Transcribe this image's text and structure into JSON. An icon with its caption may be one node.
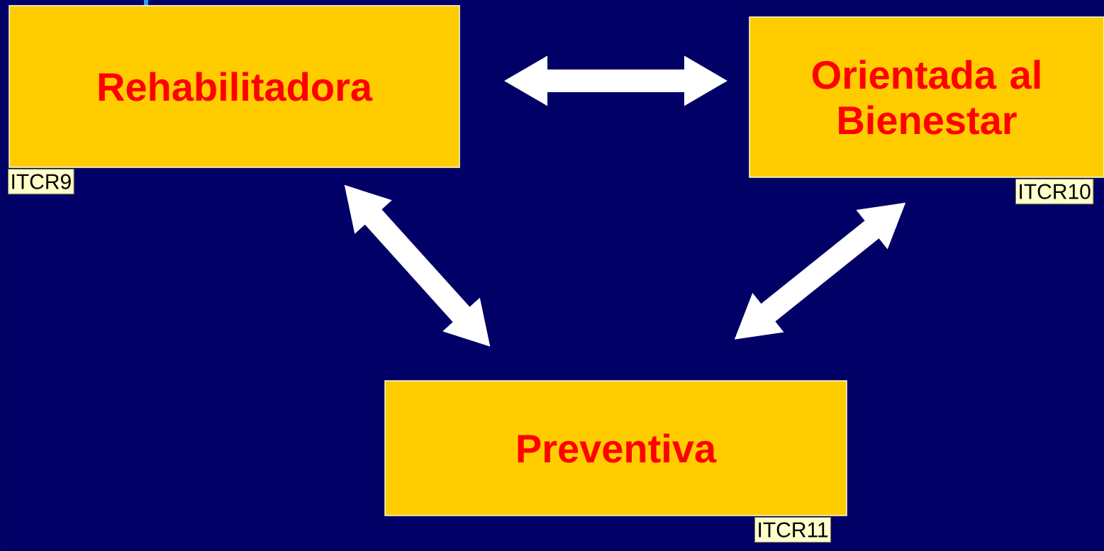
{
  "diagram": {
    "nodes": [
      {
        "text": [
          "Rehabilitadora"
        ],
        "beside": [
          "ITCR9"
        ]
      },
      {
        "text": [
          "Orientada al Bienestar"
        ],
        "beside": [
          "ITCR10"
        ]
      },
      {
        "text": [
          "Preventiva"
        ],
        "beside": [
          "ITCR11"
        ]
      }
    ],
    "edges": [
      {
        "from": 0,
        "to": 1,
        "arrow": "both"
      },
      {
        "from": 0,
        "to": 2,
        "arrow": "both"
      },
      {
        "from": 1,
        "to": 2,
        "arrow": "both"
      }
    ]
  }
}
